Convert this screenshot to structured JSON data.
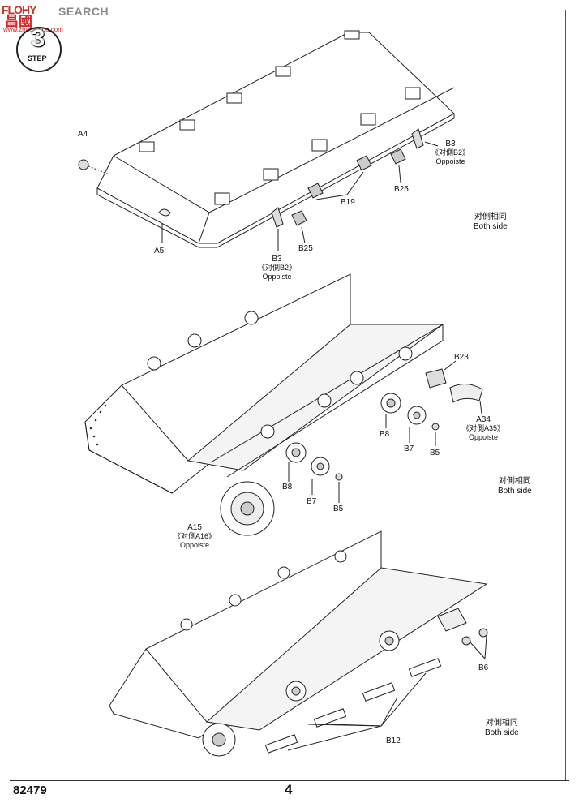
{
  "watermark": {
    "logo_text": "FLOHY",
    "search_text": "SEARCH",
    "cn_text": "昌國",
    "url_text": "www.zhao-shou.com"
  },
  "step": {
    "number": "3",
    "label": "STEP"
  },
  "panel1": {
    "labels": {
      "a4": "A4",
      "a5": "A5",
      "b3_top": {
        "part": "B3",
        "cn": "《对側B2》",
        "en": "Oppoiste"
      },
      "b25_top": "B25",
      "b19": "B19",
      "b3_bottom": {
        "part": "B3",
        "cn": "《对側B2》",
        "en": "Oppoiste"
      },
      "b25_bottom": "B25"
    },
    "note": {
      "cn": "对側相同",
      "en": "Both side"
    }
  },
  "panel2": {
    "labels": {
      "b23": "B23",
      "a34": {
        "part": "A34",
        "cn": "《对側A35》",
        "en": "Oppoiste"
      },
      "b8_right": "B8",
      "b7_right": "B7",
      "b5_right": "B5",
      "b8_left": "B8",
      "b7_left": "B7",
      "b5_left": "B5",
      "a15": {
        "part": "A15",
        "cn": "《对側A16》",
        "en": "Oppoiste"
      }
    },
    "note": {
      "cn": "对側相同",
      "en": "Both side"
    }
  },
  "panel3": {
    "labels": {
      "b6": "B6",
      "b12": "B12"
    },
    "note": {
      "cn": "对側相同",
      "en": "Both side"
    }
  },
  "footer": {
    "code": "82479",
    "page": "4"
  }
}
